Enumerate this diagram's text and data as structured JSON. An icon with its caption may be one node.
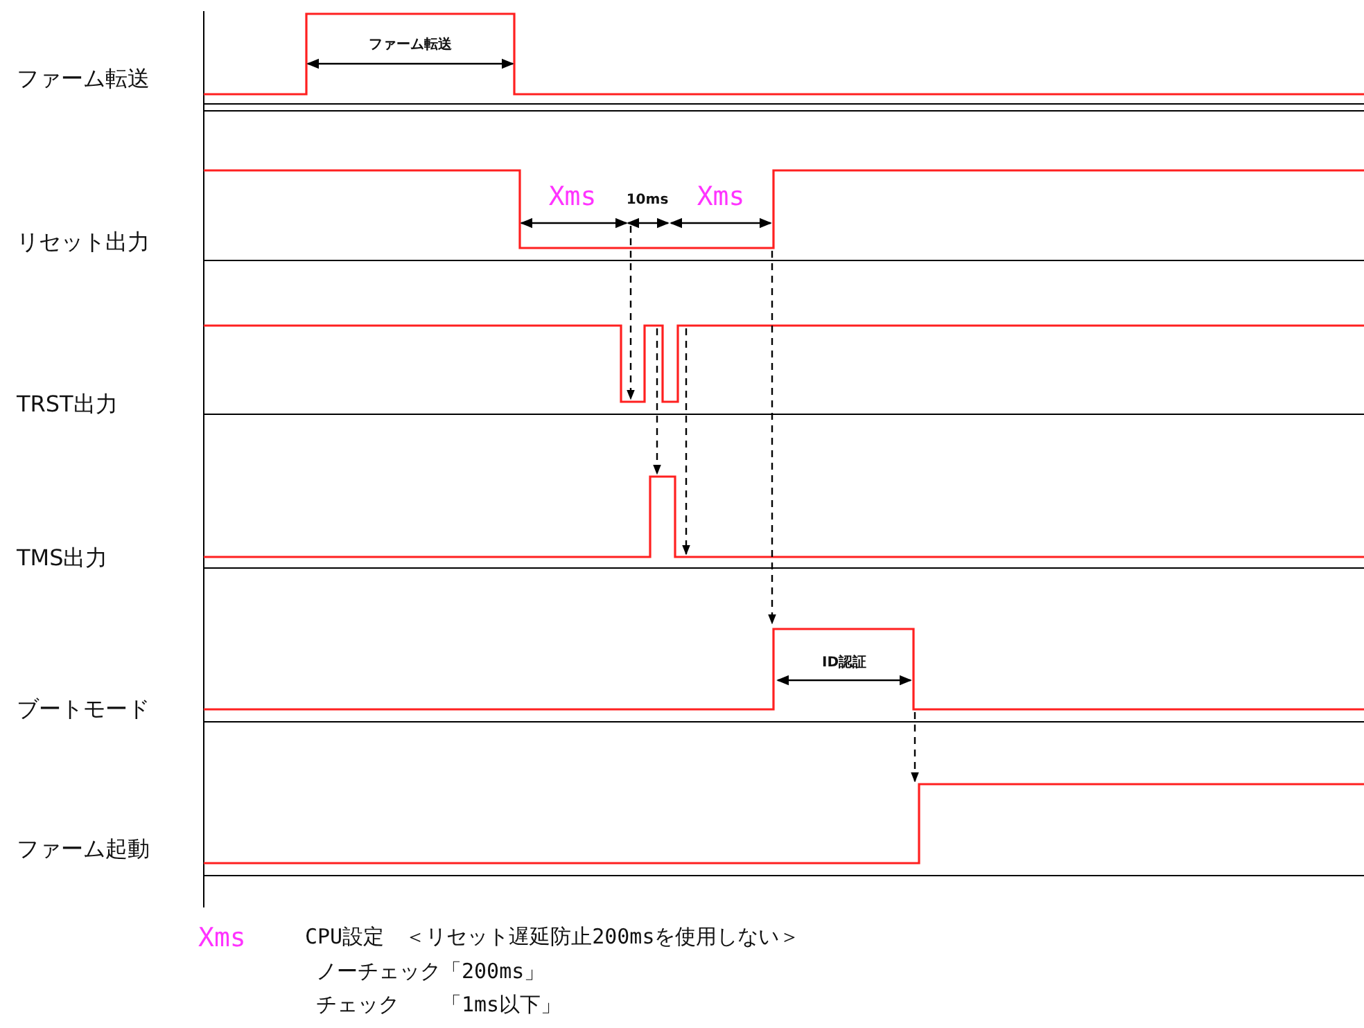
{
  "diagram": {
    "labels": [
      "ファーム転送",
      "ファーム転送",
      "Xms",
      "10ms",
      "Xms",
      "リセット出力",
      "TRST出力",
      "TMS出力",
      "ID認証",
      "ブートモード",
      "ファーム起動",
      "Xms",
      "CPU設定　＜リセット遅延防止200msを使用しない＞",
      "ノーチェック「200ms」",
      "チェック　　「1ms以下」"
    ]
  }
}
